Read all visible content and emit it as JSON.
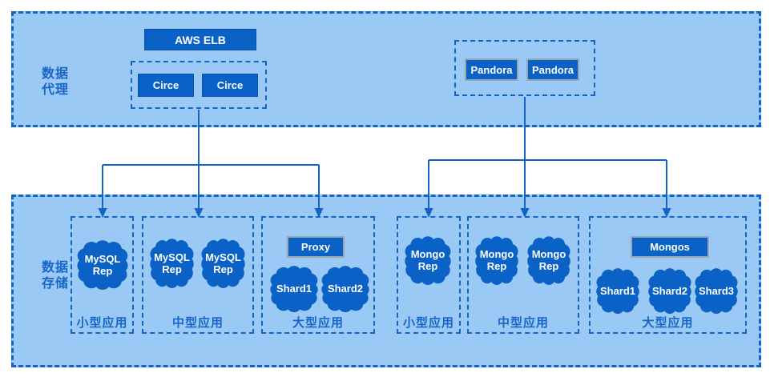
{
  "colors": {
    "panel_fill": "#9ac9f6",
    "diagram_blue": "#1265c6",
    "node_fill": "#0a62c6",
    "label_blue": "#1766c7",
    "node_text": "#ffffff"
  },
  "proxy_section": {
    "label": "数据\n代理",
    "elb_label": "AWS ELB",
    "circe_nodes": [
      "Circe",
      "Circe"
    ],
    "pandora_nodes": [
      "Pandora",
      "Pandora"
    ]
  },
  "storage_section": {
    "label": "数据\n存储",
    "clusters": [
      {
        "size_label": "小型应用",
        "nodes": [
          "MySQL\nRep"
        ]
      },
      {
        "size_label": "中型应用",
        "nodes": [
          "MySQL\nRep",
          "MySQL\nRep"
        ]
      },
      {
        "size_label": "大型应用",
        "router": "Proxy",
        "nodes": [
          "Shard1",
          "Shard2"
        ]
      },
      {
        "size_label": "小型应用",
        "nodes": [
          "Mongo\nRep"
        ]
      },
      {
        "size_label": "中型应用",
        "nodes": [
          "Mongo\nRep",
          "Mongo\nRep"
        ]
      },
      {
        "size_label": "大型应用",
        "router": "Mongos",
        "nodes": [
          "Shard1",
          "Shard2",
          "Shard3"
        ]
      }
    ]
  }
}
